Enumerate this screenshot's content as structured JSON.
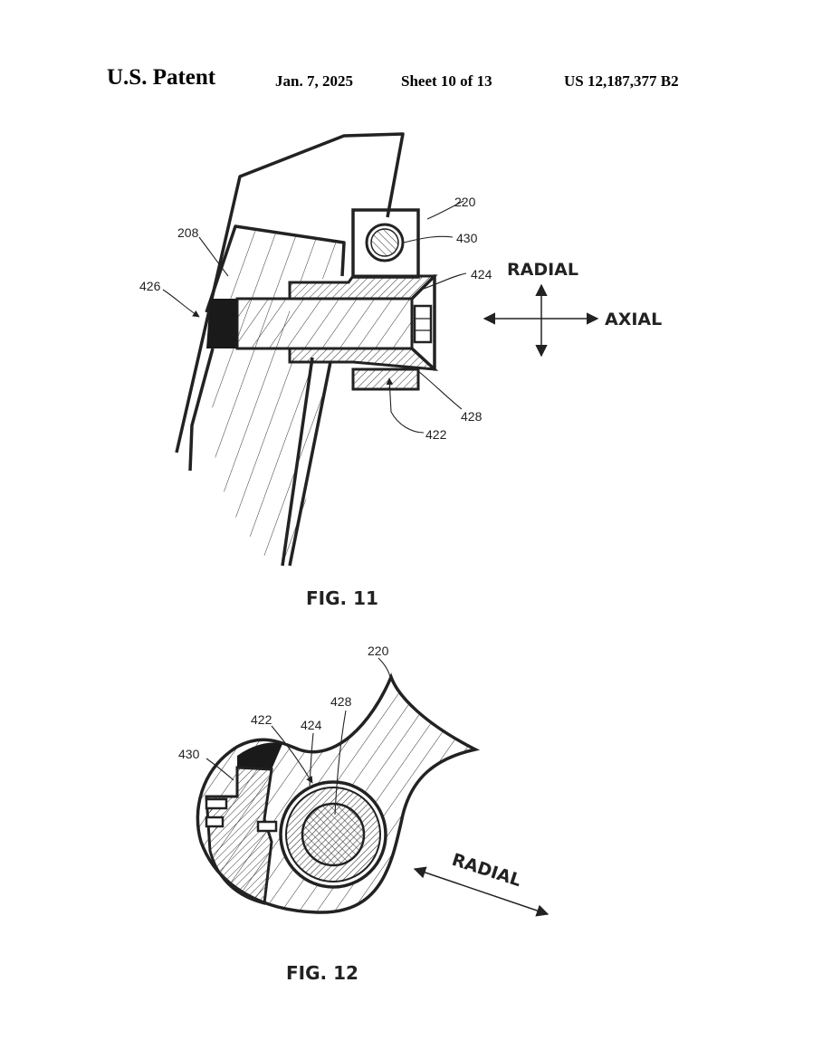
{
  "header": {
    "left": "U.S. Patent",
    "date": "Jan. 7, 2025",
    "sheet": "Sheet 10 of 13",
    "patent_number": "US 12,187,377 B2"
  },
  "fig11": {
    "caption": "FIG. 11",
    "labels": {
      "l220": "220",
      "l430": "430",
      "l208": "208",
      "l424": "424",
      "l426": "426",
      "l428": "428",
      "l422": "422"
    },
    "radial": "RADIAL",
    "axial": "AXIAL"
  },
  "fig12": {
    "caption": "FIG. 12",
    "labels": {
      "l220": "220",
      "l428": "428",
      "l422": "422",
      "l424": "424",
      "l430": "430"
    },
    "radial": "RADIAL"
  }
}
